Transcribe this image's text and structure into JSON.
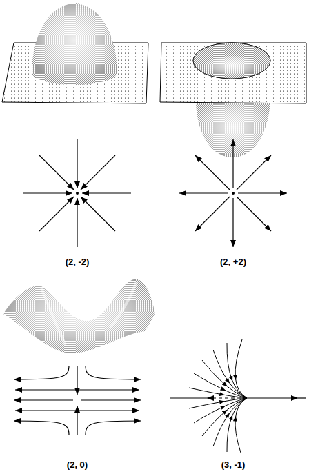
{
  "diagram": {
    "labels": [
      "(2, -2)",
      "(2, +2)",
      "(2, 0)",
      "(3, -1)"
    ]
  }
}
